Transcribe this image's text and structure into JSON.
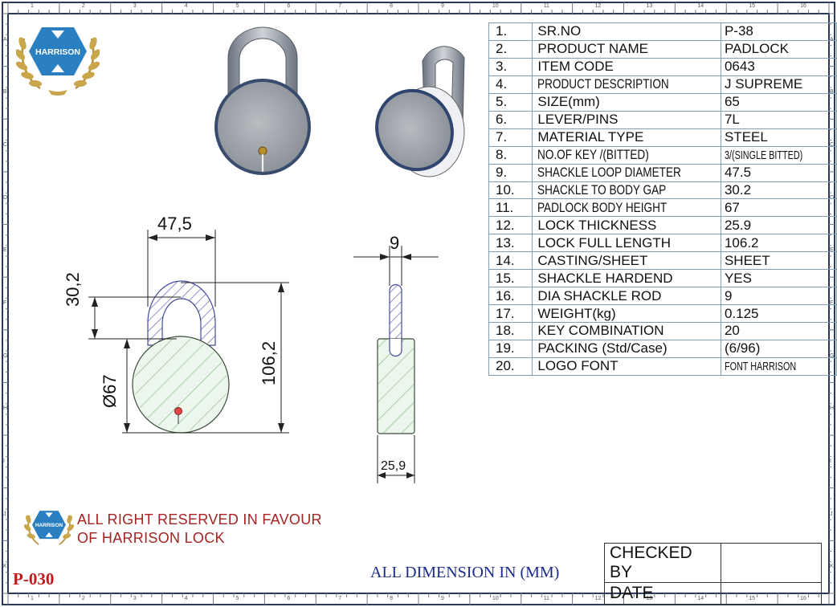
{
  "spec_table": [
    {
      "no": "1.",
      "label": "SR.NO",
      "value": "P-38"
    },
    {
      "no": "2.",
      "label": "PRODUCT NAME",
      "value": "PADLOCK"
    },
    {
      "no": "3.",
      "label": "ITEM CODE",
      "value": "0643"
    },
    {
      "no": "4.",
      "label": "PRODUCT DESCRIPTION",
      "value": "J SUPREME"
    },
    {
      "no": "5.",
      "label": "SIZE(mm)",
      "value": "65"
    },
    {
      "no": "6.",
      "label": "LEVER/PINS",
      "value": "7L"
    },
    {
      "no": "7.",
      "label": "MATERIAL TYPE",
      "value": "STEEL"
    },
    {
      "no": "8.",
      "label": "NO.OF KEY /(BITTED)",
      "value": "3/(SINGLE BITTED)"
    },
    {
      "no": "9.",
      "label": "SHACKLE LOOP DIAMETER",
      "value": "47.5"
    },
    {
      "no": "10.",
      "label": "SHACKLE TO BODY GAP",
      "value": "30.2"
    },
    {
      "no": "11.",
      "label": "PADLOCK BODY  HEIGHT",
      "value": "67"
    },
    {
      "no": "12.",
      "label": "LOCK THICKNESS",
      "value": "25.9"
    },
    {
      "no": "13.",
      "label": "LOCK FULL LENGTH",
      "value": "106.2"
    },
    {
      "no": "14.",
      "label": "CASTING/SHEET",
      "value": "SHEET"
    },
    {
      "no": "15.",
      "label": "SHACKLE HARDEND",
      "value": "YES"
    },
    {
      "no": "16.",
      "label": "DIA SHACKLE ROD",
      "value": "9"
    },
    {
      "no": "17.",
      "label": "WEIGHT(kg)",
      "value": "0.125"
    },
    {
      "no": "18.",
      "label": "KEY COMBINATION",
      "value": "20"
    },
    {
      "no": "19.",
      "label": "PACKING (Std/Case)",
      "value": "(6/96)"
    },
    {
      "no": "20.",
      "label": "LOGO FONT",
      "value": "FONT HARRISON"
    }
  ],
  "dimensions": {
    "loop_width": "47,5",
    "gap": "30,2",
    "body_dia": "Ø67",
    "full_length": "106,2",
    "rod_dia": "9",
    "thickness": "25,9"
  },
  "brand": {
    "name": "HARRISON"
  },
  "rights_line1": "ALL  RIGHT RESERVED IN FAVOUR",
  "rights_line2": "OF HARRISON LOCK",
  "all_dimension": "ALL DIMENSION IN (MM)",
  "drawing_code": "P-030",
  "signoff": {
    "checked_by": "CHECKED BY",
    "date": "DATE"
  },
  "ruler_top": [
    "1",
    "2",
    "3",
    "4",
    "5",
    "6",
    "7",
    "8",
    "9",
    "10",
    "11",
    "12",
    "13",
    "14",
    "15",
    "16"
  ],
  "ruler_side": [
    "A",
    "B",
    "C",
    "D",
    "E",
    "F",
    "G",
    "H",
    "I",
    "J",
    "K"
  ],
  "colors": {
    "brand_blue": "#2a7fc0",
    "laurel_gold": "#c9a64a",
    "rights_red": "#a52323",
    "code_red": "#c2181a",
    "note_blue": "#1a2a8c"
  }
}
